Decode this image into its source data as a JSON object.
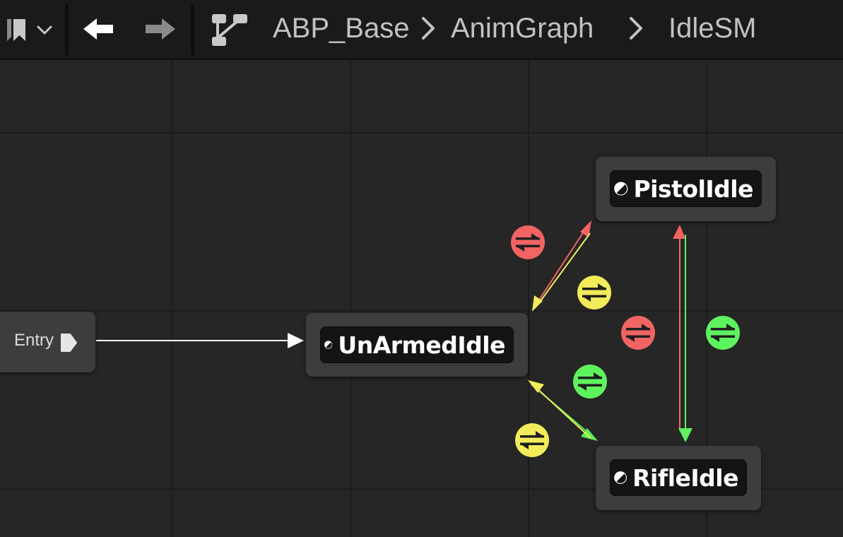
{
  "toolbar": {
    "bookmark_icon": "bookmark-icon",
    "dropdown_icon": "chevron-down-icon",
    "back_icon": "arrow-left-icon",
    "forward_icon": "arrow-right-icon",
    "hierarchy_icon": "graph-hierarchy-icon"
  },
  "breadcrumb": [
    {
      "label": "ABP_Base"
    },
    {
      "label": "AnimGraph"
    },
    {
      "label": "IdleSM"
    }
  ],
  "graph": {
    "entry": {
      "label": "Entry",
      "pin_icon": "exec-pin-icon"
    },
    "states": [
      {
        "label": "UnArmedIdle",
        "icon": "state-icon"
      },
      {
        "label": "PistolIdle",
        "icon": "state-icon"
      },
      {
        "label": "RifleIdle",
        "icon": "state-icon"
      }
    ],
    "transitions": [
      {
        "from": "UnArmedIdle",
        "to": "PistolIdle",
        "color": "#f26464"
      },
      {
        "from": "PistolIdle",
        "to": "UnArmedIdle",
        "color": "#f2ec5a"
      },
      {
        "from": "RifleIdle",
        "to": "PistolIdle",
        "color": "#f26464"
      },
      {
        "from": "PistolIdle",
        "to": "RifleIdle",
        "color": "#5ef25e"
      },
      {
        "from": "UnArmedIdle",
        "to": "RifleIdle",
        "color": "#5ef25e"
      },
      {
        "from": "RifleIdle",
        "to": "UnArmedIdle",
        "color": "#f2ec5a"
      }
    ],
    "colors": {
      "red": "#f26464",
      "yellow": "#f2ec5a",
      "green": "#5ef25e",
      "wire": "#ffffff"
    }
  }
}
